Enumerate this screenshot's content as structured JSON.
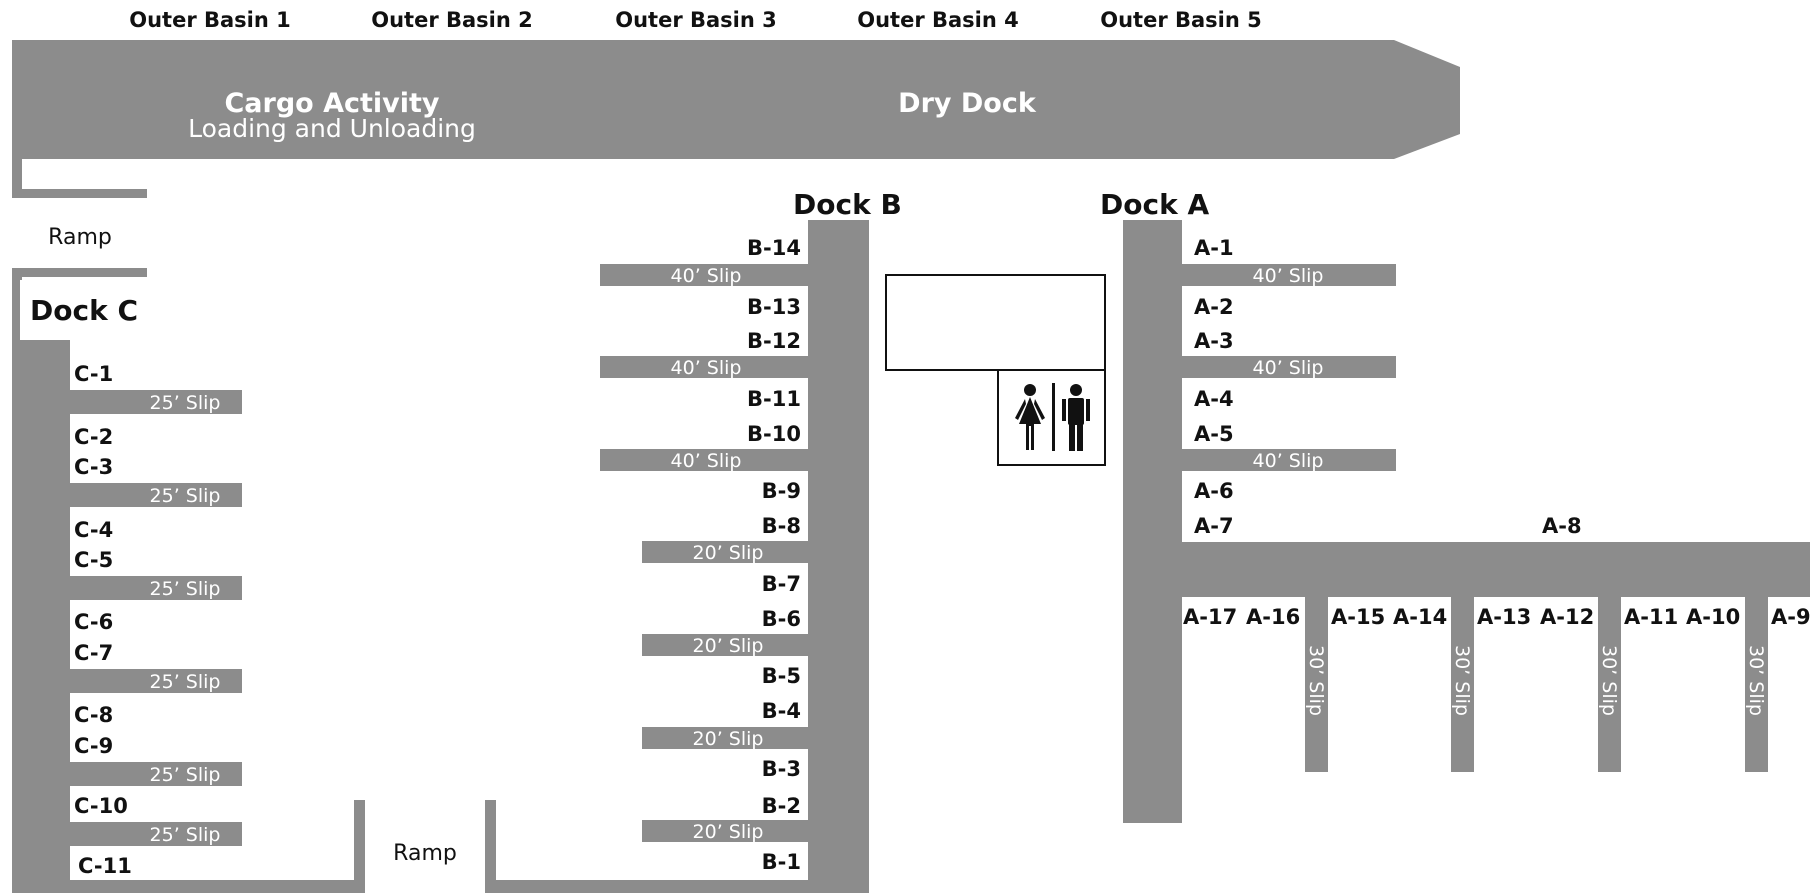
{
  "basins": [
    "Outer Basin 1",
    "Outer Basin 2",
    "Outer Basin 3",
    "Outer Basin 4",
    "Outer Basin 5"
  ],
  "pier": {
    "cargo_title": "Cargo Activity",
    "cargo_subtitle": "Loading and Unloading",
    "dry_dock": "Dry Dock"
  },
  "ramps": {
    "top": "Ramp",
    "bottom": "Ramp"
  },
  "docks": {
    "a": {
      "title": "Dock A",
      "slips": [
        "A-1",
        "A-2",
        "A-3",
        "A-4",
        "A-5",
        "A-6",
        "A-7",
        "A-8",
        "A-9",
        "A-10",
        "A-11",
        "A-12",
        "A-13",
        "A-14",
        "A-15",
        "A-16",
        "A-17"
      ],
      "finger_label": "40’ Slip",
      "vertical_finger_label": "30’ Slip"
    },
    "b": {
      "title": "Dock B",
      "slips": [
        "B-14",
        "B-13",
        "B-12",
        "B-11",
        "B-10",
        "B-9",
        "B-8",
        "B-7",
        "B-6",
        "B-5",
        "B-4",
        "B-3",
        "B-2",
        "B-1"
      ],
      "finger_labels": [
        "40’ Slip",
        "40’ Slip",
        "40’ Slip",
        "20’ Slip",
        "20’ Slip",
        "20’ Slip",
        "20’ Slip"
      ]
    },
    "c": {
      "title": "Dock C",
      "slips": [
        "C-1",
        "C-2",
        "C-3",
        "C-4",
        "C-5",
        "C-6",
        "C-7",
        "C-8",
        "C-9",
        "C-10",
        "C-11"
      ],
      "finger_label": "25’ Slip"
    }
  },
  "restroom_icon": "restroom-icon"
}
